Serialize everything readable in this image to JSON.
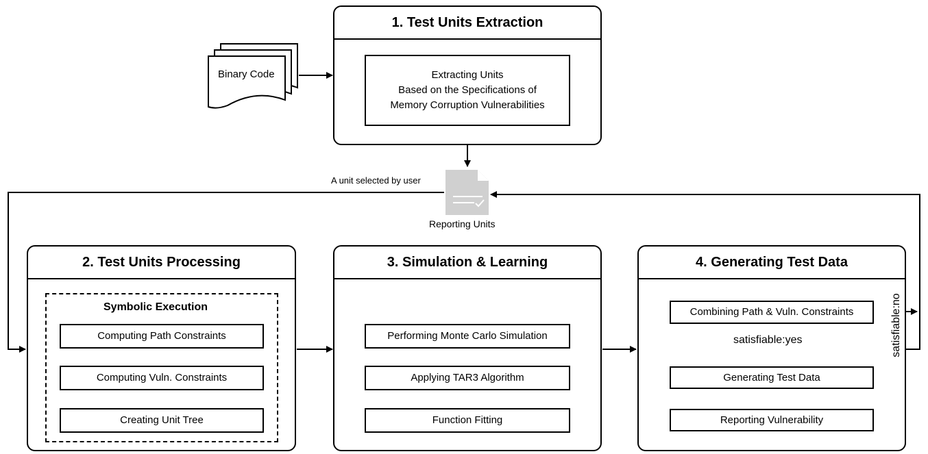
{
  "binary_code": "Binary Code",
  "phase1": {
    "title": "1. Test Units Extraction",
    "box_lines": [
      "Extracting Units",
      "Based on the Specifications of",
      "Memory Corruption Vulnerabilities"
    ]
  },
  "report": {
    "label": "Reporting Units",
    "selected_label": "A unit selected by user"
  },
  "phase2": {
    "title": "2. Test Units Processing",
    "group_title": "Symbolic Execution",
    "items": [
      "Computing Path Constraints",
      "Computing Vuln. Constraints",
      "Creating Unit Tree"
    ]
  },
  "phase3": {
    "title": "3. Simulation & Learning",
    "items": [
      "Performing Monte Carlo Simulation",
      "Applying TAR3 Algorithm",
      "Function Fitting"
    ]
  },
  "phase4": {
    "title": "4. Generating Test Data",
    "items": [
      "Combining Path & Vuln. Constraints",
      "Generating Test Data",
      "Reporting Vulnerability"
    ],
    "yes_label": "satisfiable:yes",
    "no_label": "satisfiable:no"
  }
}
